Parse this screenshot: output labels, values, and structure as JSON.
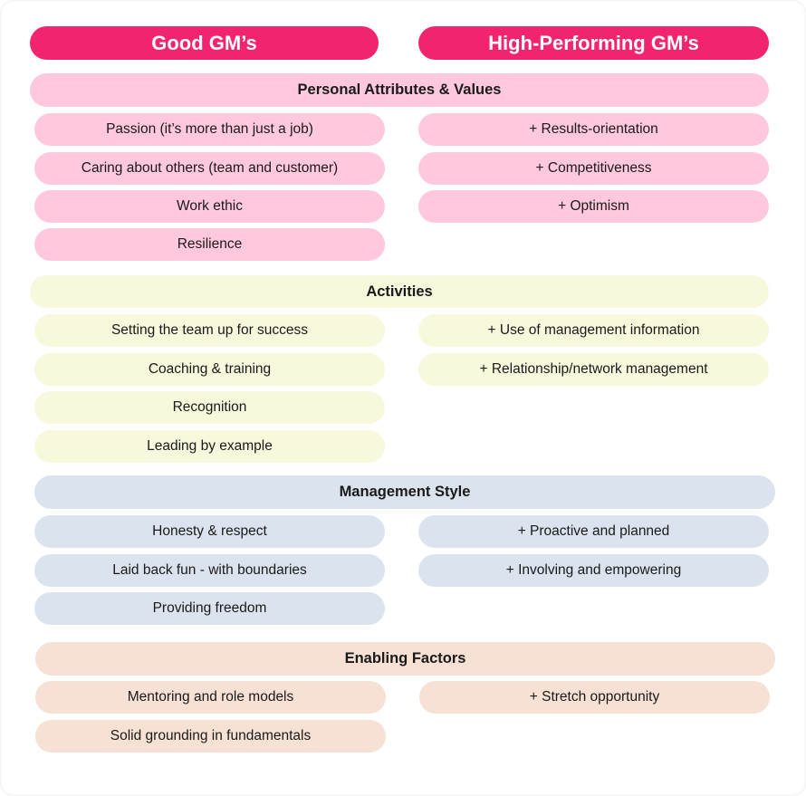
{
  "columns": {
    "left": "Good GM’s",
    "right": "High-Performing GM’s"
  },
  "sections": [
    {
      "title": "Personal Attributes & Values",
      "left": [
        "Passion (it’s more than just a job)",
        "Caring about others (team and customer)",
        "Work ethic",
        "Resilience"
      ],
      "right": [
        "+ Results-orientation",
        "+ Competitiveness",
        "+ Optimism"
      ]
    },
    {
      "title": "Activities",
      "left": [
        "Setting the team up for success",
        "Coaching & training",
        "Recognition",
        "Leading by example"
      ],
      "right": [
        "+ Use of management information",
        "+ Relationship/network management"
      ]
    },
    {
      "title": "Management Style",
      "left": [
        "Honesty & respect",
        "Laid back fun - with boundaries",
        "Providing freedom"
      ],
      "right": [
        "+ Proactive and planned",
        "+ Involving and empowering"
      ]
    },
    {
      "title": "Enabling Factors",
      "left": [
        "Mentoring and role models",
        "Solid grounding in fundamentals"
      ],
      "right": [
        "+ Stretch opportunity"
      ]
    }
  ],
  "colors": {
    "header": "#f2246f",
    "personal": "#ffc8dc",
    "activities": "#f7f8dc",
    "management": "#dbe3ee",
    "enabling": "#f7e0d4"
  }
}
